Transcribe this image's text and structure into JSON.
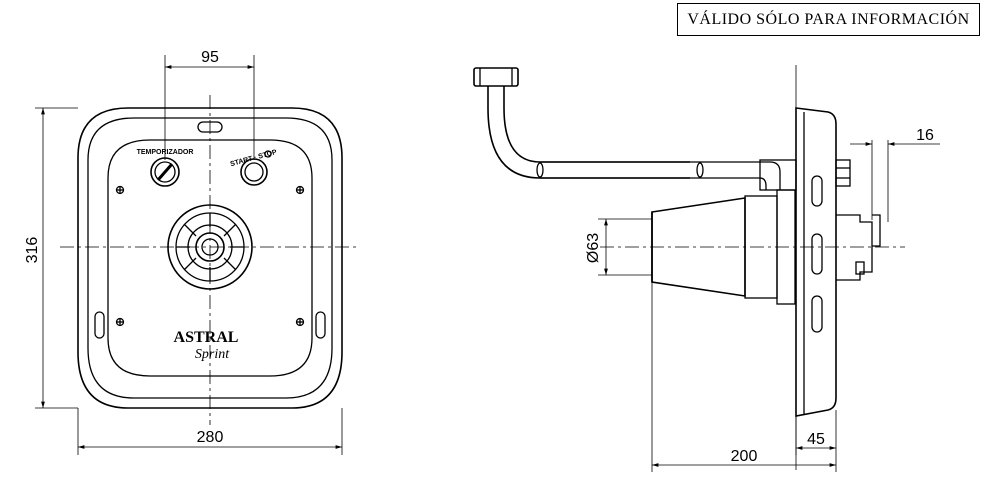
{
  "stamp": {
    "text": "VÁLIDO SÓLO PARA INFORMACIÓN"
  },
  "front_view": {
    "dim_top": "95",
    "dim_height": "316",
    "dim_width": "280",
    "knob_label": "TEMPORIZADOR",
    "button_label": "START · STOP",
    "logo_main": "ASTRAL",
    "logo_sub": "Sprint"
  },
  "side_view": {
    "dim_diameter": "Ø63",
    "dim_right": "16",
    "dim_depth": "200",
    "dim_flange": "45"
  }
}
